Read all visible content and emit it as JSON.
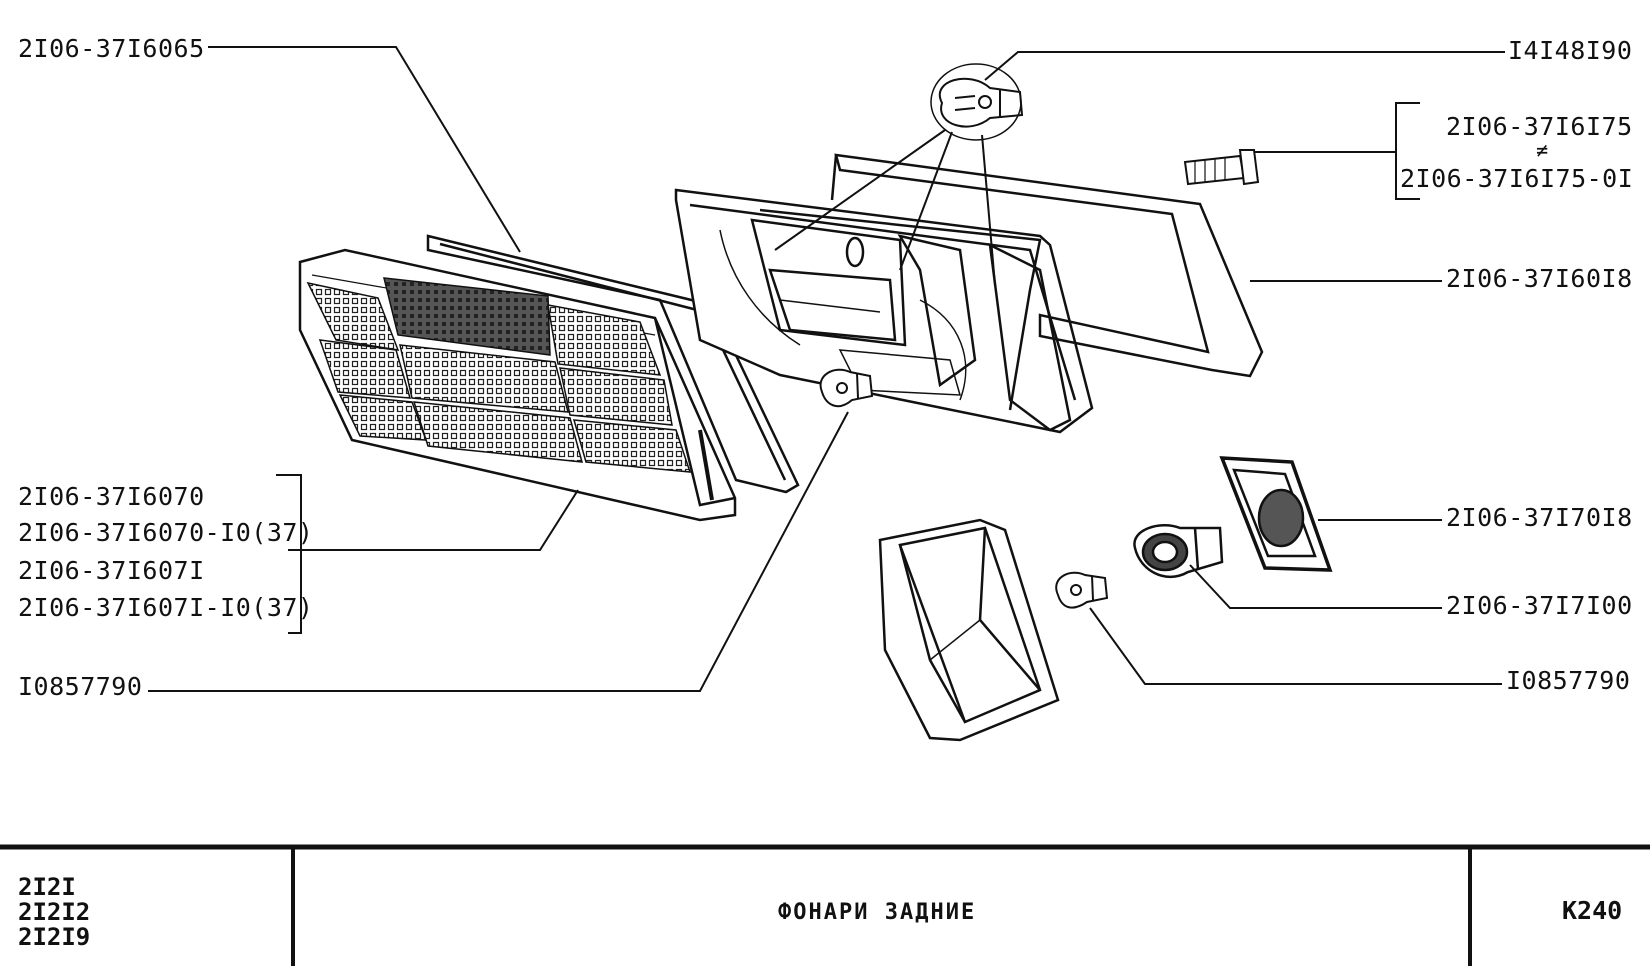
{
  "labels": {
    "top_left": "2I06-37I6065",
    "lens_group": [
      "2I06-37I6070",
      "2I06-37I6070-I0(37)",
      "2I06-37I607I",
      "2I06-37I607I-I0(37)"
    ],
    "bulb_left": "I0857790",
    "bulb_top": "I4I48I90",
    "screw_group": [
      "2I06-37I6I75",
      "2I06-37I6I75-0I"
    ],
    "screw_symbol": "≠",
    "gasket": "2I06-37I60I8",
    "plate": "2I06-37I70I8",
    "socket": "2I06-37I7I00",
    "bulb_right": "I0857790"
  },
  "footer": {
    "models": [
      "2I2I",
      "2I2I2",
      "2I2I9"
    ],
    "title": "ФОНАРИ ЗАДНИЕ",
    "code": "К240"
  }
}
